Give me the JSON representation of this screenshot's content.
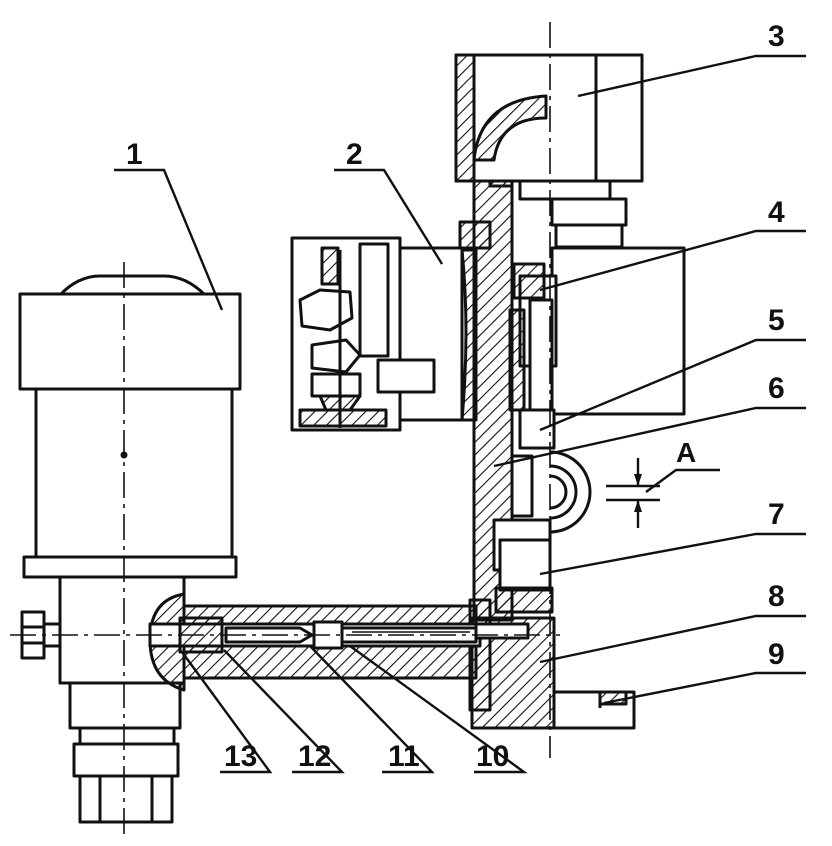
{
  "diagram": {
    "labels": {
      "l1": "1",
      "l2": "2",
      "l3": "3",
      "l4": "4",
      "l5": "5",
      "l6": "6",
      "l7": "7",
      "l8": "8",
      "l9": "9",
      "l10": "10",
      "l11": "11",
      "l12": "12",
      "l13": "13",
      "dim": "A"
    },
    "colors": {
      "stroke": "#111111",
      "fill": "#ffffff",
      "hatch": "#111111",
      "background": "#ffffff"
    }
  }
}
